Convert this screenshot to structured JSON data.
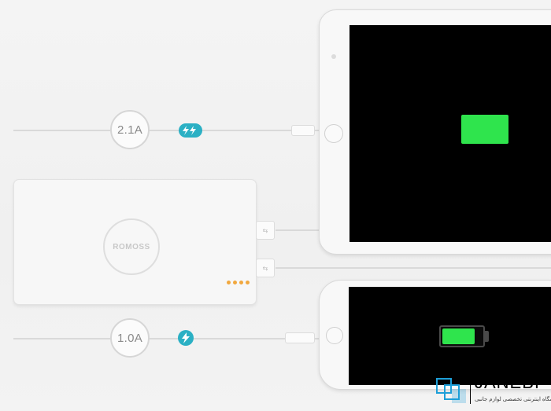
{
  "scene": {
    "outputs": [
      {
        "current_label": "2.1A",
        "bolt_icon": "double-lightning-bolt-icon"
      },
      {
        "current_label": "1.0A",
        "bolt_icon": "lightning-bolt-icon"
      }
    ],
    "power_bank": {
      "brand": "ROMOSS",
      "usb_symbol": "⇆"
    },
    "colors": {
      "bolt_accent": "#2bb0c4",
      "battery_green": "#2fe44d",
      "led_orange": "#f1a83f",
      "screen_black": "#000000"
    },
    "ipad_battery_level": 1.0,
    "iphone_battery_level": 0.82
  },
  "watermark": {
    "brand": "JANEBI",
    "tagline": "فروشگاه اینترنتی تخصصی لوازم جانبی"
  }
}
